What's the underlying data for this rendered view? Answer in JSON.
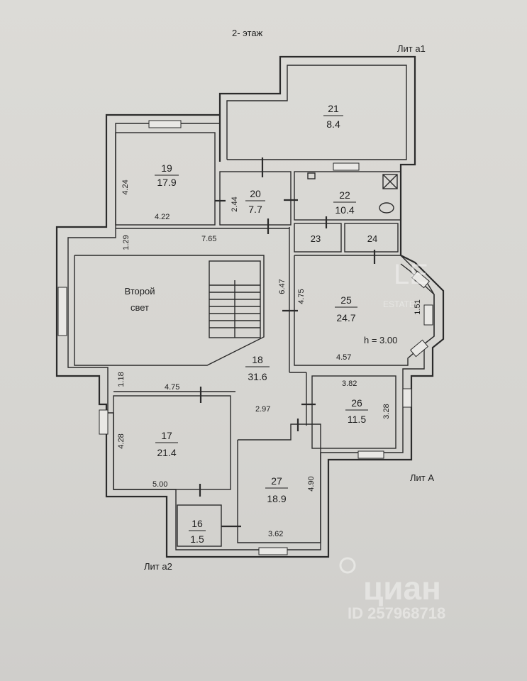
{
  "title": "2- этаж",
  "lit_labels": {
    "a1": "Лит а1",
    "A": "Лит А",
    "a2": "Лит а2"
  },
  "rooms": {
    "r21": {
      "num": "21",
      "area": "8.4"
    },
    "r19": {
      "num": "19",
      "area": "17.9"
    },
    "r20": {
      "num": "20",
      "area": "7.7"
    },
    "r22": {
      "num": "22",
      "area": "10.4"
    },
    "r23": {
      "num": "23"
    },
    "r24": {
      "num": "24"
    },
    "r25": {
      "num": "25",
      "area": "24.7"
    },
    "r18": {
      "num": "18",
      "area": "31.6"
    },
    "r26": {
      "num": "26",
      "area": "11.5"
    },
    "r17": {
      "num": "17",
      "area": "21.4"
    },
    "r27": {
      "num": "27",
      "area": "18.9"
    },
    "r16": {
      "num": "16",
      "area": "1.5"
    }
  },
  "second_light": {
    "line1": "Второй",
    "line2": "свет"
  },
  "ceiling_height": "h = 3.00",
  "dims": {
    "d424": "4.24",
    "d422": "4.22",
    "d244": "2.44",
    "d129": "1.29",
    "d765": "7.65",
    "d647": "6.47",
    "d475v": "4.75",
    "d151": "1.51",
    "d457": "4.57",
    "d382": "3.82",
    "d328": "3.28",
    "d118": "1.18",
    "d475h": "4.75",
    "d297": "2.97",
    "d428": "4.28",
    "d500": "5.00",
    "d490": "4.90",
    "d362": "3.62"
  },
  "watermark": {
    "brand": "циан",
    "id_text": "ID 257968718",
    "logo_text": "ESTATE"
  }
}
